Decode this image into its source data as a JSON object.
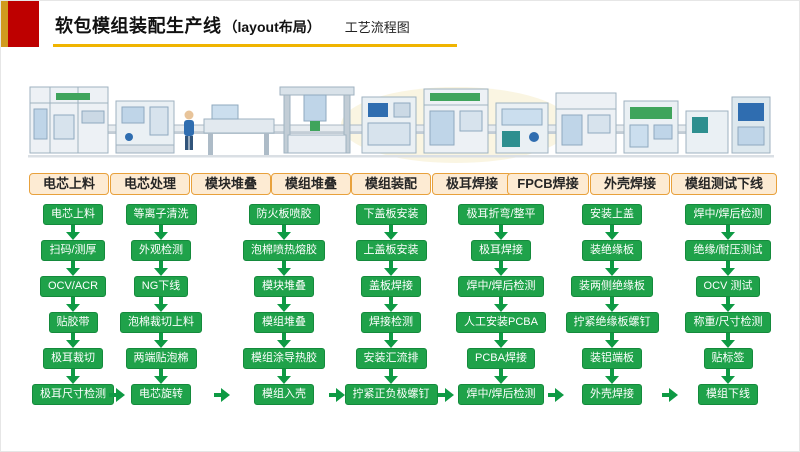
{
  "slide": {
    "title": "软包模组装配生产线",
    "title_paren": "（layout布局）",
    "flow_label": "工艺流程图",
    "accent_red": "#BE0000",
    "accent_gold": "#F0B400"
  },
  "flow": {
    "colors": {
      "step_bg": "#1FA24A",
      "arrow": "#0E9A44",
      "stage_bg": "#FDEBD3",
      "stage_border": "#E8A13C"
    },
    "stages": [
      "电芯上料",
      "电芯处理",
      "模块堆叠",
      "模组堆叠",
      "模组装配",
      "极耳焊接",
      "FPCB焊接",
      "外壳焊接",
      "模组测试下线"
    ],
    "columns": [
      {
        "steps": [
          "电芯上料",
          "扫码/测厚",
          "OCV/ACR",
          "贴胶带",
          "极耳裁切",
          "极耳尺寸检测"
        ]
      },
      {
        "steps": [
          "等离子清洗",
          "外观检测",
          "NG下线",
          "泡棉裁切上料",
          "两端贴泡棉",
          "电芯旋转"
        ]
      },
      {
        "steps": [
          "防火板喷胶",
          "泡棉喷热熔胶",
          "模块堆叠",
          "模组堆叠",
          "模组涂导热胶",
          "模组入壳"
        ]
      },
      {
        "steps": [
          "下盖板安装",
          "上盖板安装",
          "盖板焊接",
          "焊接检测",
          "安装汇流排",
          "拧紧正负极螺钉"
        ]
      },
      {
        "steps": [
          "极耳折弯/整平",
          "极耳焊接",
          "焊中/焊后检测",
          "人工安装PCBA",
          "PCBA焊接",
          "焊中/焊后检测"
        ]
      },
      {
        "steps": [
          "安装上盖",
          "装绝缘板",
          "装两侧绝缘板",
          "拧紧绝缘板螺钉",
          "装铝端板",
          "外壳焊接"
        ]
      },
      {
        "steps": [
          "焊中/焊后检测",
          "绝缘/耐压测试",
          "OCV 测试",
          "称重/尺寸检测",
          "贴标签",
          "模组下线"
        ]
      }
    ]
  }
}
